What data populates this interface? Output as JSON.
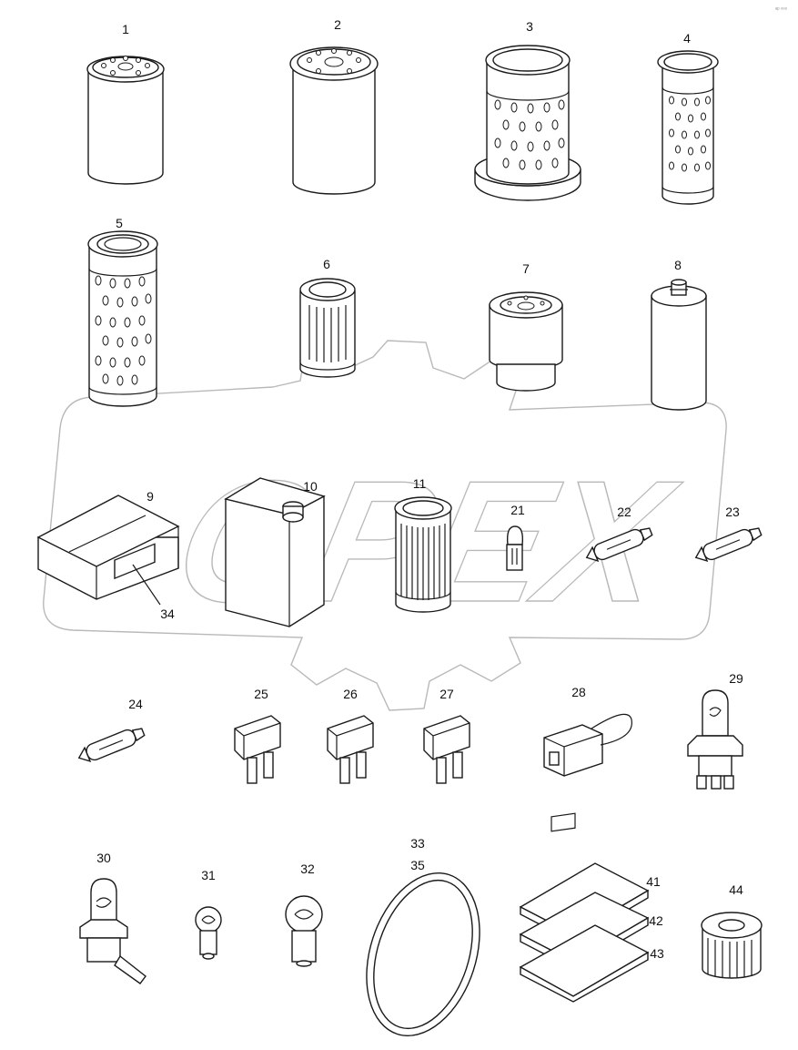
{
  "watermark": "OPEX",
  "corner_mark": "ᵃᵖ ᵒᵒᵒ",
  "callouts": [
    "1",
    "2",
    "3",
    "4",
    "5",
    "6",
    "7",
    "8",
    "9",
    "10",
    "11",
    "21",
    "22",
    "23",
    "34",
    "24",
    "25",
    "26",
    "27",
    "28",
    "29",
    "30",
    "31",
    "32",
    "33",
    "35",
    "41",
    "42",
    "43",
    "44"
  ]
}
